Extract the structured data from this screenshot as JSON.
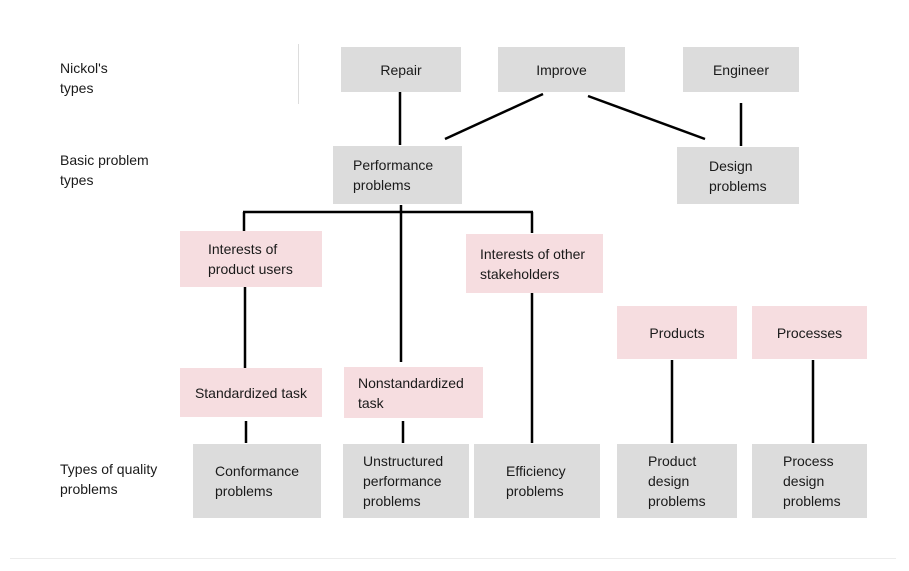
{
  "row_labels": {
    "nickols_types": "Nickol's\ntypes",
    "basic_problem_types": "Basic problem\ntypes",
    "quality_problem_types": "Types of quality\nproblems"
  },
  "nickols": {
    "repair": "Repair",
    "improve": "Improve",
    "engineer": "Engineer"
  },
  "basic": {
    "performance": "Performance\nproblems",
    "design": "Design\nproblems"
  },
  "interests": {
    "product_users": "Interests of\nproduct users",
    "other_stakeholders": "Interests of other\nstakeholders",
    "products": "Products",
    "processes": "Processes"
  },
  "tasks": {
    "standardized": "Standardized task",
    "nonstandardized": "Nonstandardized\ntask"
  },
  "quality": {
    "conformance": "Conformance\nproblems",
    "unstructured": "Unstructured\nperformance\nproblems",
    "efficiency": "Efficiency\nproblems",
    "product_design": "Product\ndesign\nproblems",
    "process_design": "Process\ndesign\nproblems"
  },
  "colors": {
    "gray_box": "#dcdcdc",
    "pink_box": "#f6dde0",
    "connector": "#000000"
  }
}
